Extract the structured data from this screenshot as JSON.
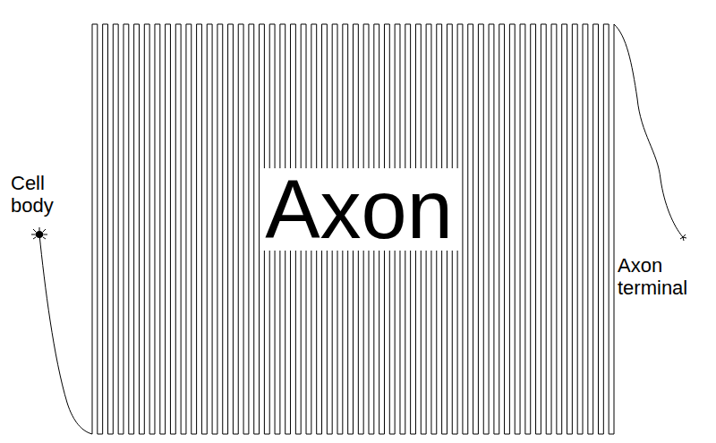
{
  "diagram": {
    "labels": [
      "Cell body",
      "Axon",
      "Axon terminal"
    ]
  }
}
